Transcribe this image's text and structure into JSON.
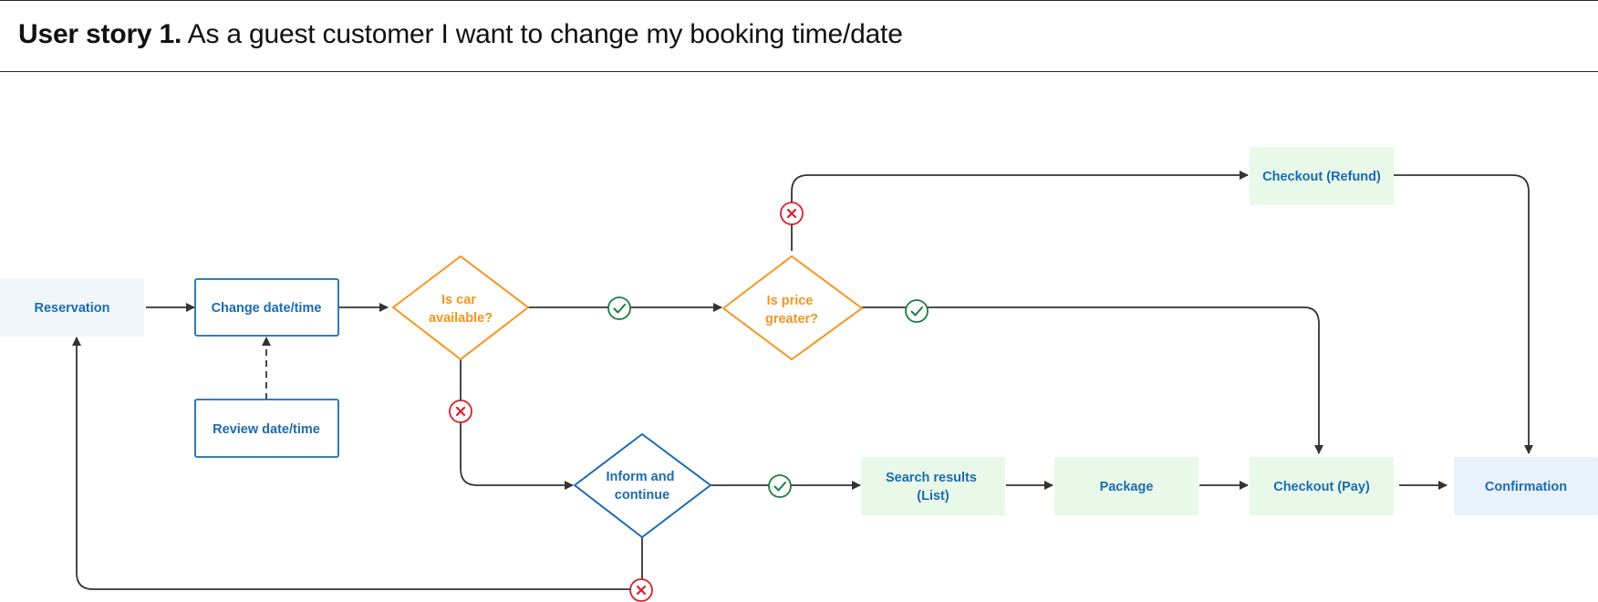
{
  "header": {
    "story_label": "User story 1.",
    "story_text": "As a guest customer I want to change my booking time/date"
  },
  "colors": {
    "blue": "#1a6bb3",
    "orange": "#f7941d",
    "green_fill": "#e8f9e9",
    "light_fill": "#f0f6fa",
    "confirm_fill": "#e9f1fb",
    "yes_badge": "#1b7d3f",
    "no_badge": "#d6202a",
    "connector": "#333333"
  },
  "flow": {
    "reservation": "Reservation",
    "change": "Change date/time",
    "review": "Review date/time",
    "car_available": [
      "Is car",
      "available?"
    ],
    "price_greater": [
      "Is price",
      "greater?"
    ],
    "inform": [
      "Inform and",
      "continue"
    ],
    "search_results": [
      "Search results",
      "(List)"
    ],
    "package": "Package",
    "checkout_pay": "Checkout (Pay)",
    "checkout_refund": "Checkout (Refund)",
    "confirmation": "Confirmation"
  },
  "badges": {
    "yes_icon": "check-icon",
    "no_icon": "cross-icon"
  }
}
